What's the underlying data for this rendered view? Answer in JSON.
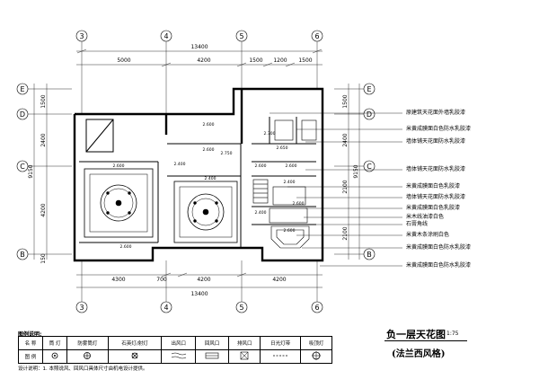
{
  "axes_top": [
    "3",
    "4",
    "5",
    "6"
  ],
  "axes_bottom": [
    "3",
    "4",
    "5",
    "6"
  ],
  "axes_left": [
    "E",
    "D",
    "C",
    "B"
  ],
  "axes_right": [
    "E",
    "D",
    "C",
    "B"
  ],
  "dims": {
    "top_total": "13400",
    "top_segments": [
      "5000",
      "4200",
      "1500",
      "1200",
      "1500"
    ],
    "bottom_segments": [
      "4300",
      "700",
      "4200",
      "4200"
    ],
    "bottom_total": "13400",
    "left_segments": [
      "1500",
      "2400",
      "4200",
      "150"
    ],
    "left_total": "9150",
    "right_segments": [
      "1500",
      "2400",
      "2100",
      "2100"
    ],
    "right_total": "9150"
  },
  "room_labels": [
    "2.600",
    "2.600",
    "2.600",
    "2.400",
    "2.750",
    "2.700",
    "2.650",
    "2.600",
    "2.600",
    "2.400",
    "2.400",
    "2.400",
    "2.600",
    "2.600",
    "2.600"
  ],
  "annotations": [
    "原建筑天花面外墙乳胶漆",
    "米黄成膜面白色防水乳胶漆",
    "墙体铺天花面防水乳胶漆",
    "墙体铺天花面防水乳胶漆",
    "米黄成膜面白色乳胶漆",
    "墙体铺天花面防水乳胶漆",
    "米黄成膜面白色乳胶漆",
    "米木线油漆白色",
    "石膏角线",
    "米黄木条涂刷白色",
    "米黄成膜面白色防水乳胶漆",
    "米黄成膜面白色防水乳胶漆"
  ],
  "legend": {
    "title": "图例说明:",
    "row1_header": "名 称",
    "row2_header": "图 例",
    "items": [
      "筒 灯",
      "防雾筒灯",
      "石英灯/射灯",
      "出风口",
      "回风口",
      "排风口",
      "日光灯带",
      "吸顶灯"
    ]
  },
  "note": "设计说明：1. 本照说风、回风口具体尺寸由机电设计提供。",
  "title": {
    "main": "负一层天花图",
    "scale": "1:75",
    "sub": "(法兰西风格)"
  }
}
